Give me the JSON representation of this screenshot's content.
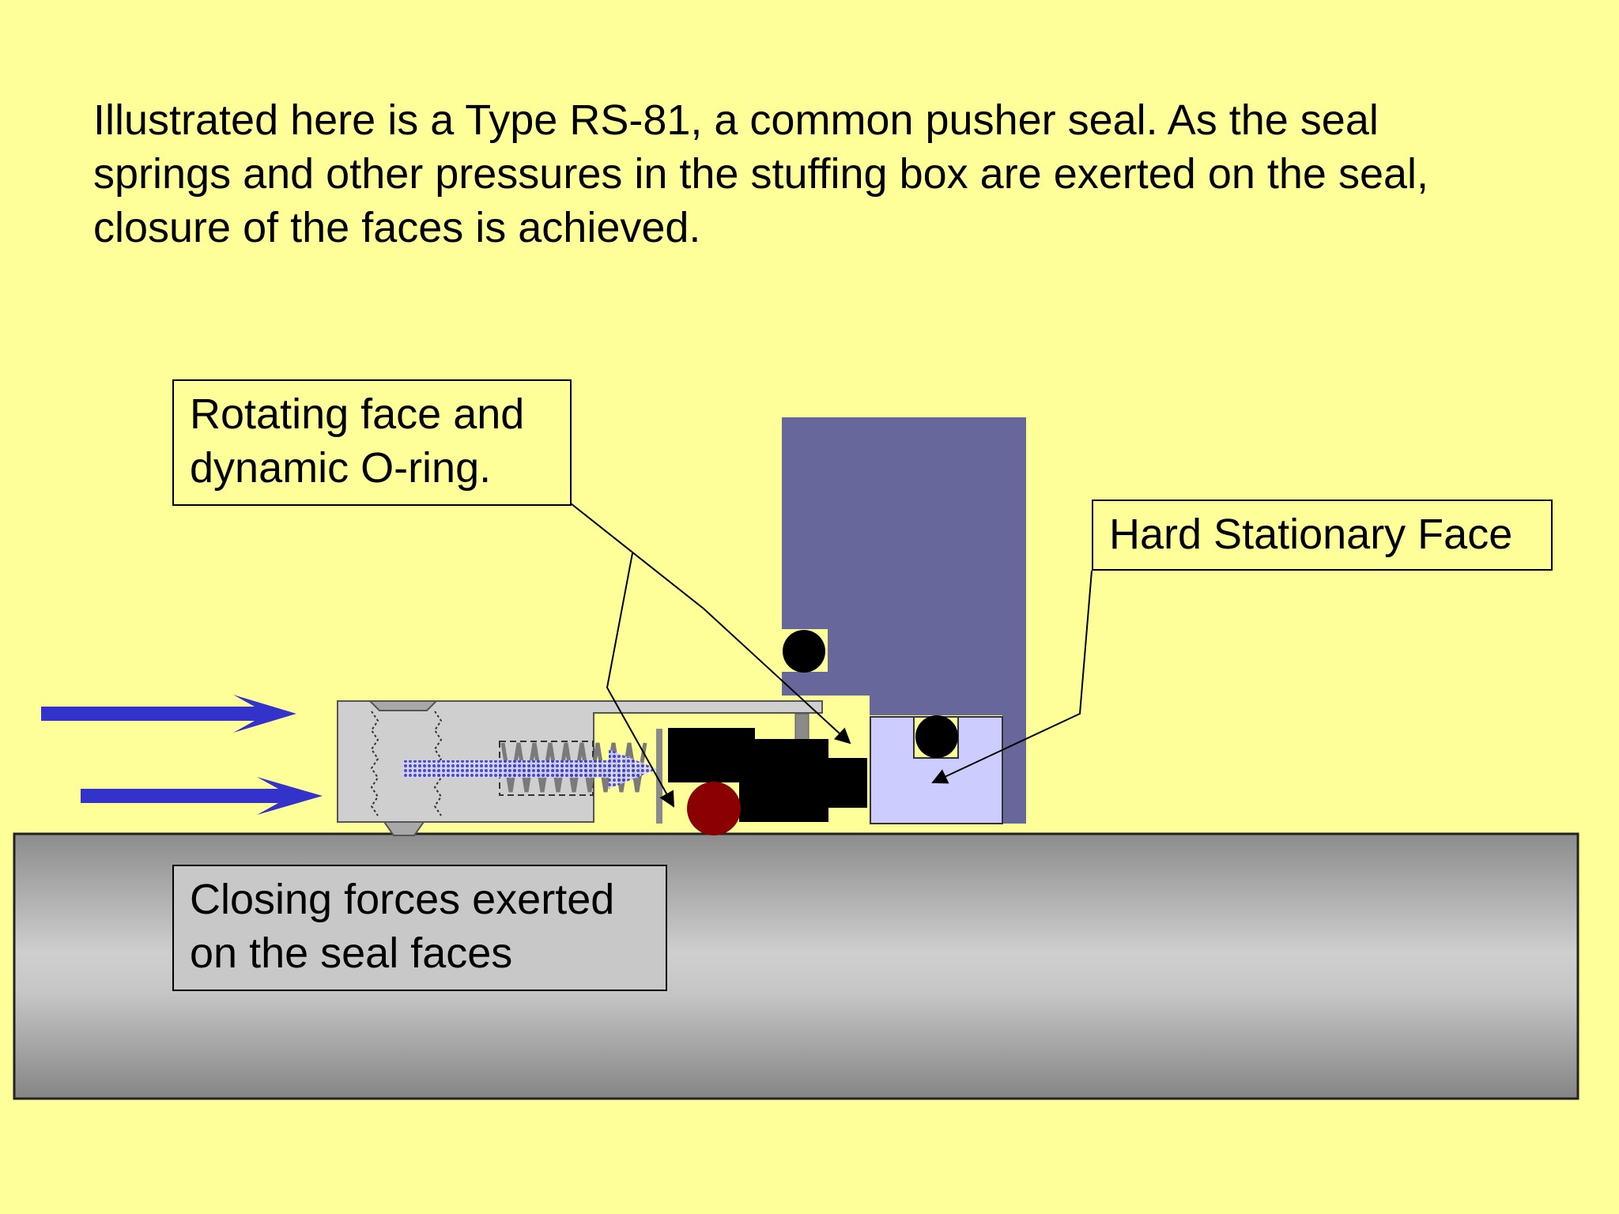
{
  "intro": {
    "line1": "Illustrated here is a Type RS-81, a common pusher seal. As the seal",
    "line2": "springs and other pressures in the stuffing box are exerted on the seal,",
    "line3": "closure of the faces is achieved."
  },
  "labels": {
    "rotating_face_line1": "Rotating face and",
    "rotating_face_line2": "dynamic O-ring.",
    "hard_stationary_face": "Hard Stationary Face",
    "closing_forces_line1": "Closing forces exerted",
    "closing_forces_line2": "on the seal faces"
  },
  "colors": {
    "background": "#ffff99",
    "gland": "#67679c",
    "stationary_face": "#ccccff",
    "force_arrow": "#3333cc",
    "dynamic_oring": "#8b0000",
    "shaft": "#bdbdbd"
  }
}
